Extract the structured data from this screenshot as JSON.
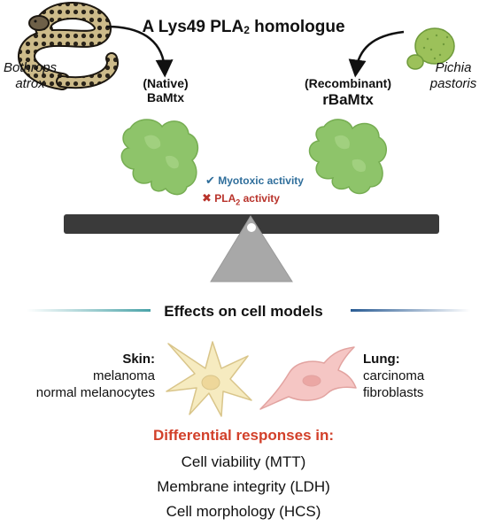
{
  "title": {
    "main": "A Lys49 PLA",
    "sub": "2",
    "suffix": " homologue"
  },
  "species": {
    "snake_line1": "Bothrops",
    "snake_line2": "atrox",
    "yeast_line1": "Pichia",
    "yeast_line2": "pastoris"
  },
  "native": {
    "line1": "(Native)",
    "line2": "BaMtx"
  },
  "recombinant": {
    "line1": "(Recombinant)",
    "line2": "rBaMtx"
  },
  "activities": {
    "myotoxic": {
      "label": "Myotoxic activity",
      "color": "#2f6e9b",
      "mark": "✔"
    },
    "pla2": {
      "label_main": "PLA",
      "label_sub": "2",
      "label_suffix": " activity",
      "color": "#b8322a",
      "mark": "✖"
    }
  },
  "effects": {
    "heading": "Effects on cell models"
  },
  "skin": {
    "heading": "Skin:",
    "items": [
      "melanoma",
      "normal melanocytes"
    ]
  },
  "lung": {
    "heading": "Lung:",
    "items": [
      "carcinoma",
      "fibroblasts"
    ]
  },
  "differential": {
    "heading": "Differential responses in:",
    "items": [
      "Cell viability (MTT)",
      "Membrane integrity (LDH)",
      "Cell morphology (HCS)"
    ]
  },
  "colors": {
    "protein": "#8ec46a",
    "beam": "#3a3a3a",
    "fulcrum": "#a8a8a8",
    "accent_red": "#d2402a",
    "divider_teal": "#4aa3a8",
    "divider_blue": "#2a5c94",
    "cell_yellow": "#f6ebc0",
    "cell_pink": "#f5c6c4"
  },
  "icons": [
    "snake-icon",
    "yeast-cell-icon",
    "protein-icon",
    "check-icon",
    "cross-icon",
    "melanocyte-cell-icon",
    "fibroblast-cell-icon"
  ]
}
